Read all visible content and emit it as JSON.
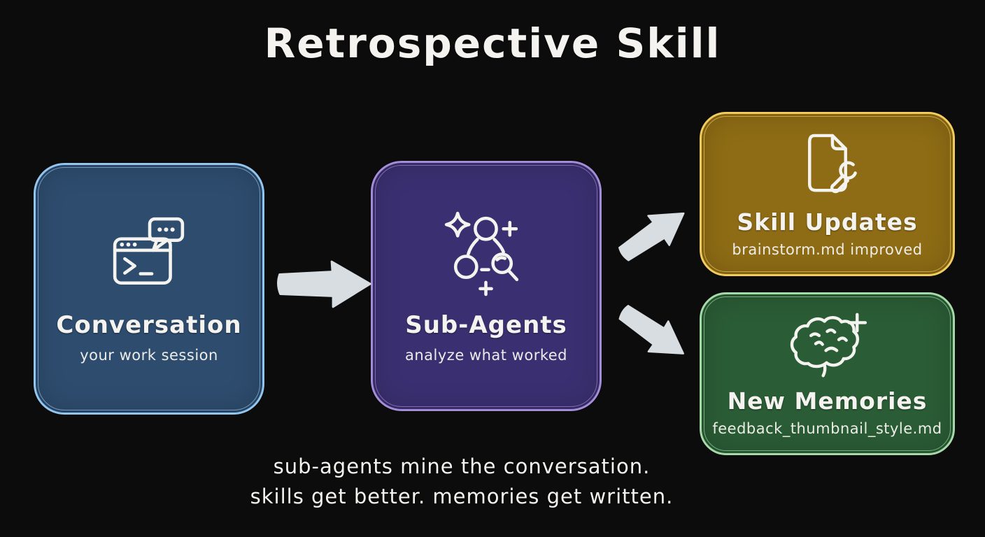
{
  "title": "Retrospective Skill",
  "nodes": {
    "conversation": {
      "label": "Conversation",
      "sublabel": "your work session",
      "icon": "terminal-chat-icon",
      "fill": "#2e4c6e",
      "border": "#93c6ee"
    },
    "sub_agents": {
      "label": "Sub-Agents",
      "sublabel": "analyze what worked",
      "icon": "sub-agents-magnifier-icon",
      "fill": "#3a3071",
      "border": "#a58cd6"
    },
    "skill_updates": {
      "label": "Skill Updates",
      "sublabel": "brainstorm.md improved",
      "icon": "document-wrench-icon",
      "fill": "#8e6c15",
      "border": "#f1cb5e"
    },
    "new_memories": {
      "label": "New Memories",
      "sublabel": "feedback_thumbnail_style.md",
      "icon": "brain-plus-icon",
      "fill": "#2a5c35",
      "border": "#a5daa8"
    }
  },
  "caption": {
    "line1": "sub-agents mine the conversation.",
    "line2": "skills get better. memories get written."
  },
  "colors": {
    "background": "#0c0c0c",
    "arrow": "#d8dde2",
    "text": "#f4f3ef"
  }
}
